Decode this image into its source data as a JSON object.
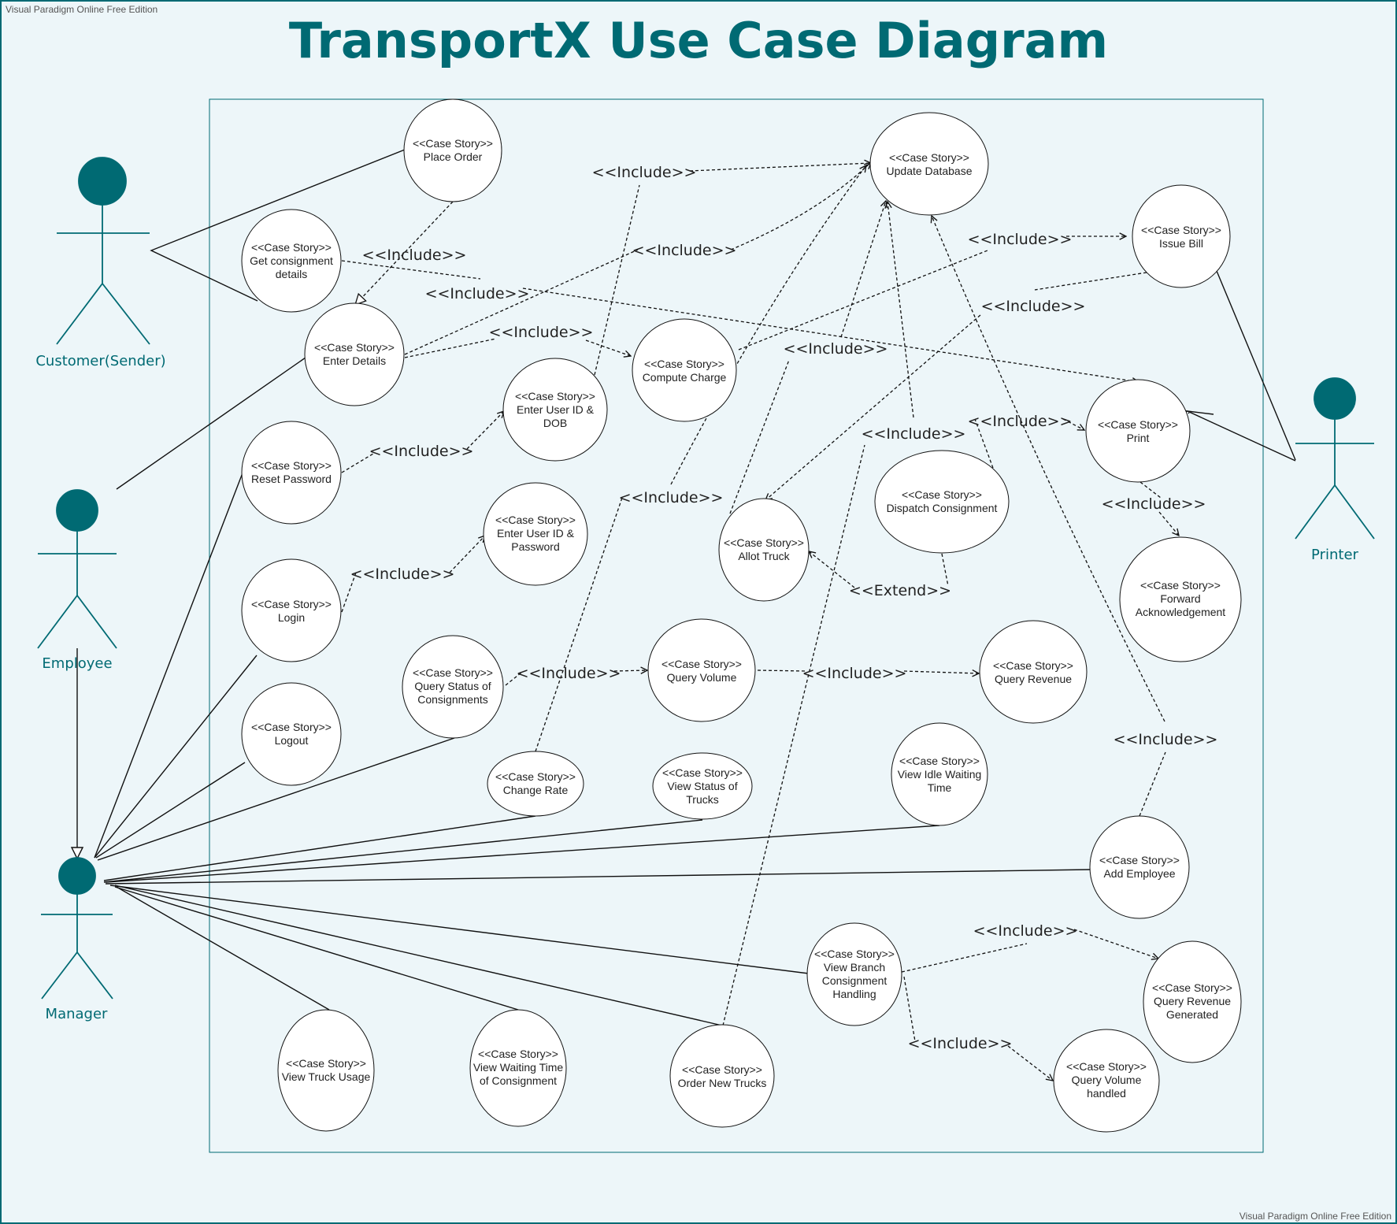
{
  "watermark": "Visual Paradigm Online Free Edition",
  "title": "TransportX Use Case Diagram",
  "colors": {
    "accent": "#006a73",
    "background": "#edf6f9",
    "ellipse_fill": "#ffffff",
    "line": "#111111"
  },
  "actors": [
    {
      "id": "customer",
      "label": "Customer(Sender)"
    },
    {
      "id": "employee",
      "label": "Employee"
    },
    {
      "id": "manager",
      "label": "Manager"
    },
    {
      "id": "printer",
      "label": "Printer"
    }
  ],
  "use_cases": [
    {
      "id": "place_order",
      "lines": [
        "<<Case Story>>",
        "Place Order"
      ]
    },
    {
      "id": "get_consignment",
      "lines": [
        "<<Case Story>>",
        "Get consignment",
        "details"
      ]
    },
    {
      "id": "enter_details",
      "lines": [
        "<<Case Story>>",
        "Enter Details"
      ]
    },
    {
      "id": "reset_password",
      "lines": [
        "<<Case Story>>",
        "Reset Password"
      ]
    },
    {
      "id": "login",
      "lines": [
        "<<Case Story>>",
        "Login"
      ]
    },
    {
      "id": "logout",
      "lines": [
        "<<Case Story>>",
        "Logout"
      ]
    },
    {
      "id": "enter_userid_dob",
      "lines": [
        "<<Case Story>>",
        "Enter User ID &",
        "DOB"
      ]
    },
    {
      "id": "enter_userid_pw",
      "lines": [
        "<<Case Story>>",
        "Enter User ID &",
        "Password"
      ]
    },
    {
      "id": "query_status",
      "lines": [
        "<<Case Story>>",
        "Query Status of",
        "Consignments"
      ]
    },
    {
      "id": "change_rate",
      "lines": [
        "<<Case Story>>",
        "Change Rate"
      ]
    },
    {
      "id": "compute_charge",
      "lines": [
        "<<Case Story>>",
        "Compute Charge"
      ]
    },
    {
      "id": "query_volume",
      "lines": [
        "<<Case Story>>",
        "Query Volume"
      ]
    },
    {
      "id": "view_status_trucks",
      "lines": [
        "<<Case Story>>",
        "View Status of",
        "Trucks"
      ]
    },
    {
      "id": "update_db",
      "lines": [
        "<<Case Story>>",
        "Update Database"
      ]
    },
    {
      "id": "allot_truck",
      "lines": [
        "<<Case Story>>",
        "Allot Truck"
      ]
    },
    {
      "id": "dispatch",
      "lines": [
        "<<Case Story>>",
        "Dispatch Consignment"
      ]
    },
    {
      "id": "view_idle",
      "lines": [
        "<<Case Story>>",
        "View Idle Waiting",
        "Time"
      ]
    },
    {
      "id": "query_revenue",
      "lines": [
        "<<Case Story>>",
        "Query Revenue"
      ]
    },
    {
      "id": "issue_bill",
      "lines": [
        "<<Case Story>>",
        "Issue Bill"
      ]
    },
    {
      "id": "print",
      "lines": [
        "<<Case Story>>",
        "Print"
      ]
    },
    {
      "id": "forward_ack",
      "lines": [
        "<<Case Story>>",
        "Forward",
        "Acknowledgement"
      ]
    },
    {
      "id": "add_employee",
      "lines": [
        "<<Case Story>>",
        "Add Employee"
      ]
    },
    {
      "id": "view_branch",
      "lines": [
        "<<Case Story>>",
        "View Branch",
        "Consignment",
        "Handling"
      ]
    },
    {
      "id": "query_revenue_generated",
      "lines": [
        "<<Case Story>>",
        "Query Revenue",
        "Generated"
      ]
    },
    {
      "id": "query_volume_handled",
      "lines": [
        "<<Case Story>>",
        "Query Volume",
        "handled"
      ]
    },
    {
      "id": "view_truck_usage",
      "lines": [
        "<<Case Story>>",
        "View Truck Usage"
      ]
    },
    {
      "id": "view_waiting_time",
      "lines": [
        "<<Case Story>>",
        "View Waiting Time",
        "of Consignment"
      ]
    },
    {
      "id": "order_new_trucks",
      "lines": [
        "<<Case Story>>",
        "Order New Trucks"
      ]
    }
  ],
  "relation_labels": [
    {
      "id": "inc_enterdetails_updatedb",
      "text": "<<Include>>"
    },
    {
      "id": "inc_placeorder_enterdetails",
      "text": "<<Include>>"
    },
    {
      "id": "inc_getconsignment_print",
      "text": "<<Include>>"
    },
    {
      "id": "inc_enterdetails_computecharge",
      "text": "<<Include>>"
    },
    {
      "id": "inc_dob_updatedb",
      "text": "<<Include>>"
    },
    {
      "id": "inc_computecharge_issuebill",
      "text": "<<Include>>"
    },
    {
      "id": "inc_issuebill_allottruck",
      "text": "<<Include>>"
    },
    {
      "id": "inc_allottruck_updatedb",
      "text": "<<Include>>"
    },
    {
      "id": "inc_reset_dob",
      "text": "<<Include>>"
    },
    {
      "id": "inc_dispatch_updatedb",
      "text": "<<Include>>"
    },
    {
      "id": "inc_dispatch_print",
      "text": "<<Include>>"
    },
    {
      "id": "inc_changerate_updatedb",
      "text": "<<Include>>"
    },
    {
      "id": "inc_print_forward",
      "text": "<<Include>>"
    },
    {
      "id": "inc_login_pw",
      "text": "<<Include>>"
    },
    {
      "id": "ext_dispatch_allot",
      "text": "<<Extend>>"
    },
    {
      "id": "inc_querystatus_volume",
      "text": "<<Include>>"
    },
    {
      "id": "inc_volume_revenue",
      "text": "<<Include>>"
    },
    {
      "id": "inc_addemployee_updatedb",
      "text": "<<Include>>"
    },
    {
      "id": "inc_branch_revenue",
      "text": "<<Include>>"
    },
    {
      "id": "inc_branch_volume",
      "text": "<<Include>>"
    }
  ]
}
